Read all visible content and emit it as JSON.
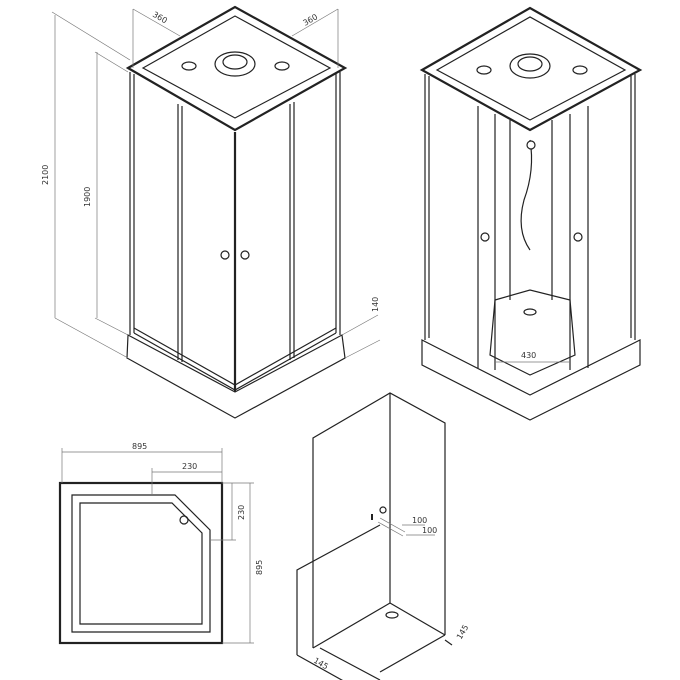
{
  "views": {
    "front_closed": {
      "dims": {
        "top_left": "360",
        "top_right": "360",
        "total_height": "2100",
        "door_height": "1900",
        "tray_height": "140"
      }
    },
    "front_open": {
      "dims": {
        "door_opening": "430"
      }
    },
    "plan": {
      "dims": {
        "width": "895",
        "corner_x": "230",
        "corner_y": "230",
        "depth": "895"
      }
    },
    "installation": {
      "dims": {
        "outlet_offset_1": "100",
        "outlet_offset_2": "100",
        "drain_offset_right": "145",
        "drain_offset_left": "145"
      }
    }
  },
  "colors": {
    "line": "#222222",
    "dimension": "#777777",
    "background": "#ffffff"
  }
}
